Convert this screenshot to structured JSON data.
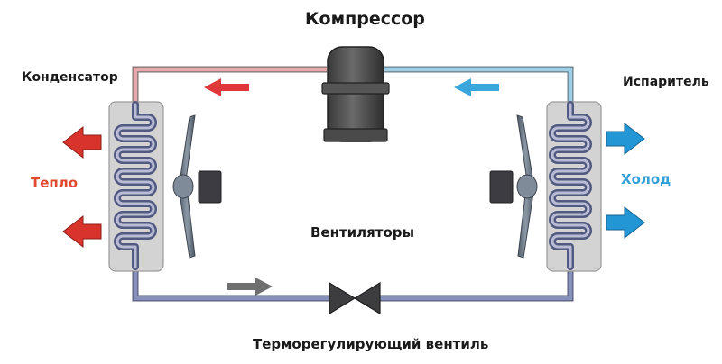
{
  "title": "Компрессор",
  "labels": {
    "condenser": "Конденсатор",
    "evaporator": "Испаритель",
    "heat": "Тепло",
    "cold": "Холод",
    "fans": "Вентиляторы",
    "valve": "Терморегулирующий вентиль"
  },
  "colors": {
    "hot_line": "#e7a9ad",
    "cold_line": "#9fcfe6",
    "return_line": "#8890bc",
    "heat_arrow": "#d9342b",
    "cold_arrow": "#2396d6",
    "heat_text": "#e04a2e",
    "cold_text": "#31a2d8",
    "flow_arrow_hot": "#e0383a",
    "flow_arrow_cold": "#3aa7dc",
    "flow_arrow_neutral": "#6f6f6f",
    "component_dark": "#4a4a4a",
    "coil_panel": "#d3d3d3"
  },
  "icons": [
    "compressor-icon",
    "condenser-coil-icon",
    "evaporator-coil-icon",
    "fan-icon",
    "expansion-valve-icon",
    "heat-arrow-icon",
    "cold-arrow-icon",
    "flow-arrow-icon"
  ]
}
